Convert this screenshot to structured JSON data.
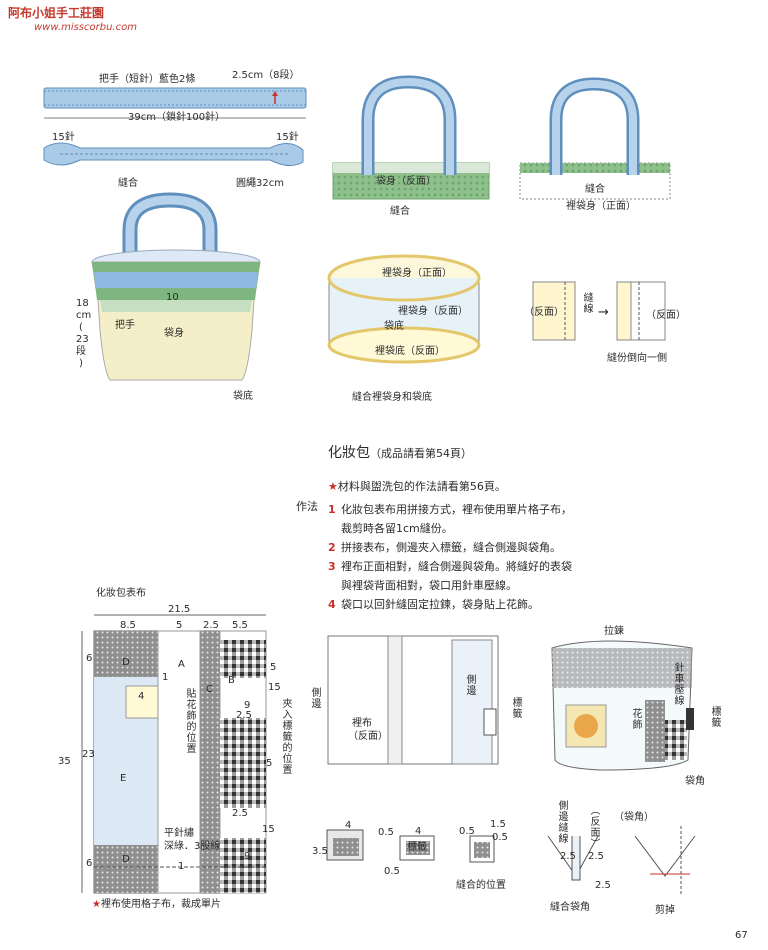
{
  "header": {
    "brand": "阿布小姐手工莊園",
    "url": "www.misscorbu.com"
  },
  "handle_diagram": {
    "handle_label": "把手（短針）藍色2條",
    "width_note": "2.5cm（8段）",
    "length_note": "39cm（鎖針100針）",
    "left_stitch": "15針",
    "right_stitch": "15針",
    "sew": "縫合",
    "cord": "圓繩32cm"
  },
  "bag_attach": {
    "bag_body_wrong": "袋身（反面）",
    "sew": "縫合",
    "sew2": "縫合",
    "lining_front": "裡袋身（正面）"
  },
  "basket": {
    "num_10": "10",
    "height_1": "18",
    "height_2": "cm",
    "height_3": "(",
    "height_4": "23",
    "height_5": "段",
    "height_6": ")",
    "handle": "把手",
    "body": "袋身",
    "bottom": "袋底"
  },
  "lining": {
    "front": "裡袋身（正面）",
    "wrong": "裡袋身（反面）",
    "bottom": "袋底",
    "bottom_wrong": "裡袋底（反面）",
    "caption": "縫合裡袋身和袋底"
  },
  "seam": {
    "wrong_left": "（反面）",
    "seam_line": "縫線",
    "wrong_right": "（反面）",
    "caption": "縫份倒向一側",
    "arrow": "→"
  },
  "cosmetic": {
    "title": "化妝包",
    "title_sub": "（成品請看第54頁）",
    "note_star": "★",
    "note": "材料與盥洗包的作法請看第56頁。",
    "method": "作法",
    "steps": [
      {
        "n": "1",
        "lines": [
          "化妝包表布用拼接方式，裡布使用單片格子布，",
          "裁剪時各留1cm縫份。"
        ]
      },
      {
        "n": "2",
        "lines": [
          "拼接表布，側邊夾入標籤，縫合側邊與袋角。"
        ]
      },
      {
        "n": "3",
        "lines": [
          "裡布正面相對，縫合側邊與袋角。將縫好的表袋",
          "與裡袋背面相對，袋口用針車壓線。"
        ]
      },
      {
        "n": "4",
        "lines": [
          "袋口以回針縫固定拉鍊，袋身貼上花飾。"
        ]
      }
    ]
  },
  "pattern": {
    "title": "化妝包表布",
    "w_total": "21.5",
    "w1": "8.5",
    "w2": "5",
    "w3": "2.5",
    "w4": "5.5",
    "h_total": "35",
    "h_top": "6",
    "h_mid": "23",
    "h_bot": "6",
    "r15a": "15",
    "r5a": "5",
    "r25": "2.5",
    "r5b": "5",
    "r25b": "2.5",
    "r15b": "15",
    "r9a": "9",
    "r9b": "9",
    "n4": "4",
    "n1": "1",
    "n1b": "1",
    "A": "A",
    "B": "B",
    "C": "C",
    "D": "D",
    "D2": "D",
    "E": "E",
    "flower_pos": "貼花飾的位置",
    "label_pos": "夾入標籤的位置",
    "stitch": "平針繡",
    "stitch2": "深綠．3股線",
    "footnote_star": "★",
    "footnote": "裡布使用格子布，裁成單片"
  },
  "assembly": {
    "side": "側邊",
    "lining": "裡布",
    "lining2": "（反面）",
    "side2": "側邊",
    "tag": "標籤"
  },
  "tag_detail": {
    "w4": "4",
    "h35": "3.5",
    "t": "0.5",
    "w4b": "4",
    "t2": "0.5",
    "tag": "標籤",
    "t3": "0.5",
    "t4": "1.5",
    "t5": "0.5",
    "caption": "縫合的位置"
  },
  "finished": {
    "zipper": "拉鍊",
    "machine": "針車壓線",
    "flower": "花飾",
    "tag": "標籤",
    "corner": "袋角"
  },
  "corner_detail": {
    "side_seam": "側邊縫線",
    "wrong": "（反面）",
    "corner": "（袋角）",
    "d1": "2.5",
    "d2": "2.5",
    "d3": "2.5",
    "caption": "縫合袋角",
    "cut": "剪掉"
  },
  "page": {
    "number": "67"
  },
  "colors": {
    "blue": "#8cb4dc",
    "blue_dark": "#5f8fbd",
    "green": "#8cc08c",
    "cream": "#f6f1c8",
    "red": "#c8322b"
  }
}
